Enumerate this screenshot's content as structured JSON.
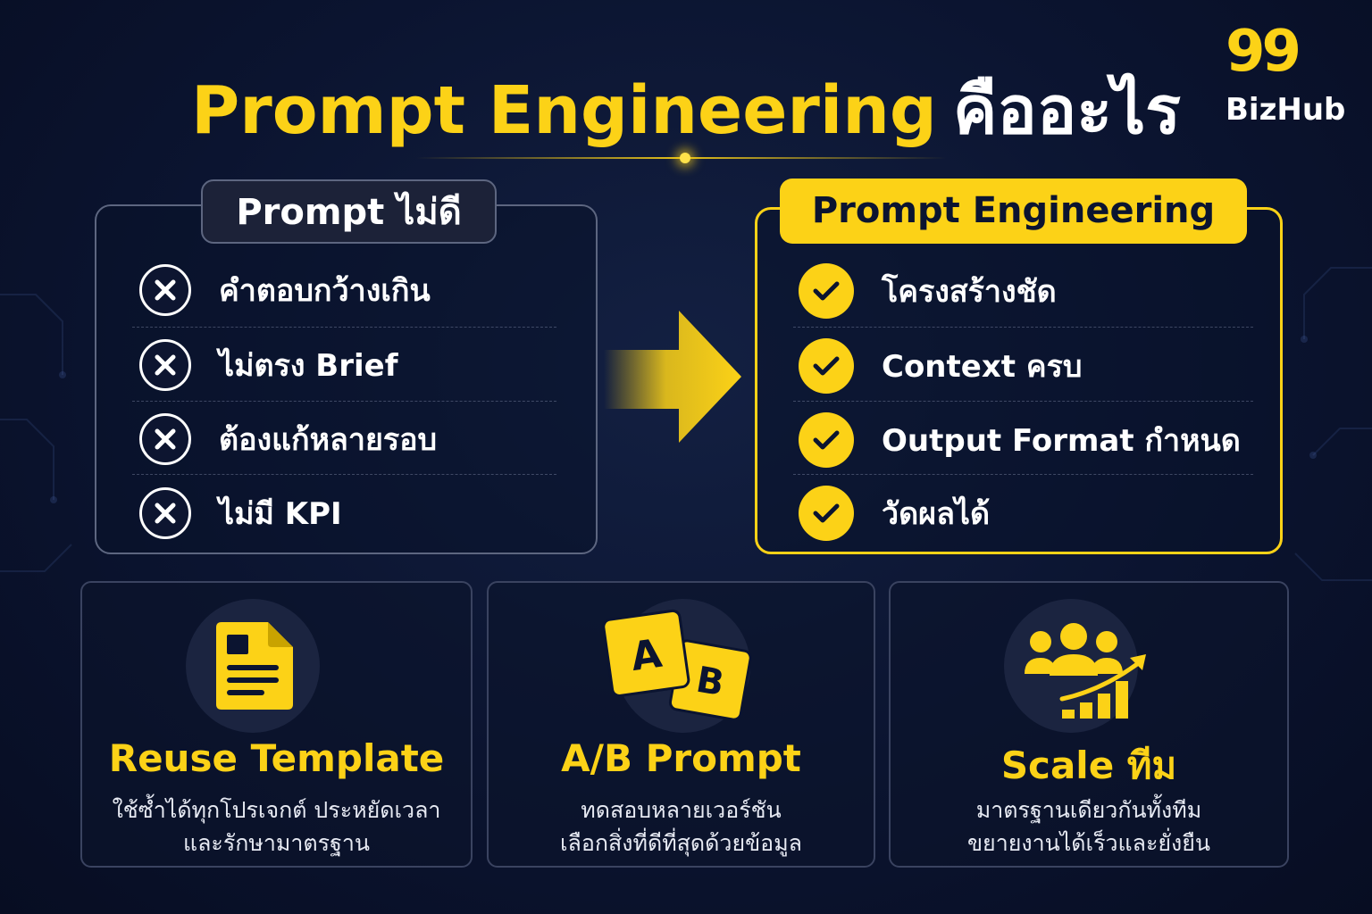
{
  "title": {
    "en": "Prompt Engineering",
    "th": "คืออะไร"
  },
  "logo": {
    "number": "99",
    "text": "BizHub"
  },
  "bad_panel": {
    "header": "Prompt ไม่ดี",
    "items": [
      "คำตอบกว้างเกิน",
      "ไม่ตรง Brief",
      "ต้องแก้หลายรอบ",
      "ไม่มี KPI"
    ]
  },
  "good_panel": {
    "header": "Prompt Engineering",
    "items": [
      "โครงสร้างชัด",
      "Context ครบ",
      "Output Format กำหนด",
      "วัดผลได้"
    ]
  },
  "cards": [
    {
      "title": "Reuse Template",
      "desc_line1": "ใช้ซ้ำได้ทุกโปรเจกต์ ประหยัดเวลา",
      "desc_line2": "และรักษามาตรฐาน",
      "icon": "document-icon"
    },
    {
      "title": "A/B Prompt",
      "desc_line1": "ทดสอบหลายเวอร์ชัน",
      "desc_line2": "เลือกสิ่งที่ดีที่สุดด้วยข้อมูล",
      "icon": "ab-test-icon",
      "icon_letters": [
        "A",
        "B"
      ]
    },
    {
      "title": "Scale ทีม",
      "desc_line1": "มาตรฐานเดียวกันทั้งทีม",
      "desc_line2": "ขยายงานได้เร็วและยั่งยืน",
      "icon": "team-growth-icon"
    }
  ],
  "colors": {
    "accent": "#fcd217",
    "background": "#0b1430",
    "text": "#ffffff"
  }
}
